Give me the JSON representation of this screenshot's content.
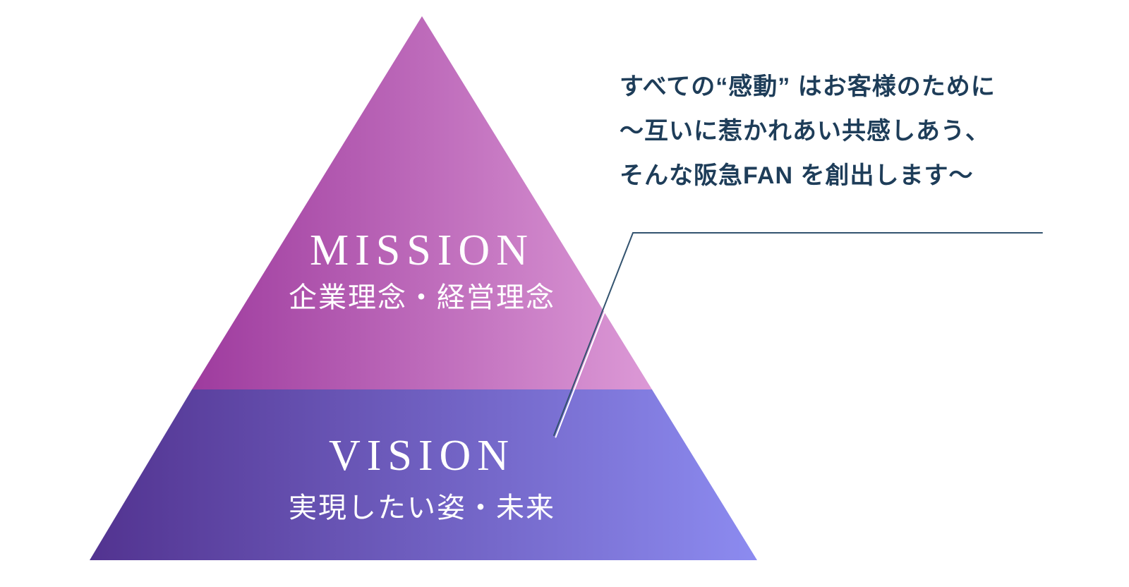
{
  "pyramid": {
    "sections": [
      {
        "id": "mission",
        "title": "MISSION",
        "subtitle": "企業理念・経営理念"
      },
      {
        "id": "vision",
        "title": "VISION",
        "subtitle": "実現したい姿・未来"
      }
    ]
  },
  "annotation": {
    "lines": [
      "すべての“感動” はお客様のために",
      "～互いに惹かれあい共感しあう、",
      "そんな阪急FAN を創出します～"
    ]
  },
  "colors": {
    "background": "#ffffff",
    "pyramid_text": "#ffffff",
    "annotation_text": "#1e3d59",
    "callout_line": "#33536f",
    "callout_highlight": "#ffffff",
    "mission_grad_left": "#9e3b9e",
    "mission_grad_right": "#dc99d6",
    "vision_grad_left": "#523390",
    "vision_grad_right": "#8c8bf0"
  }
}
